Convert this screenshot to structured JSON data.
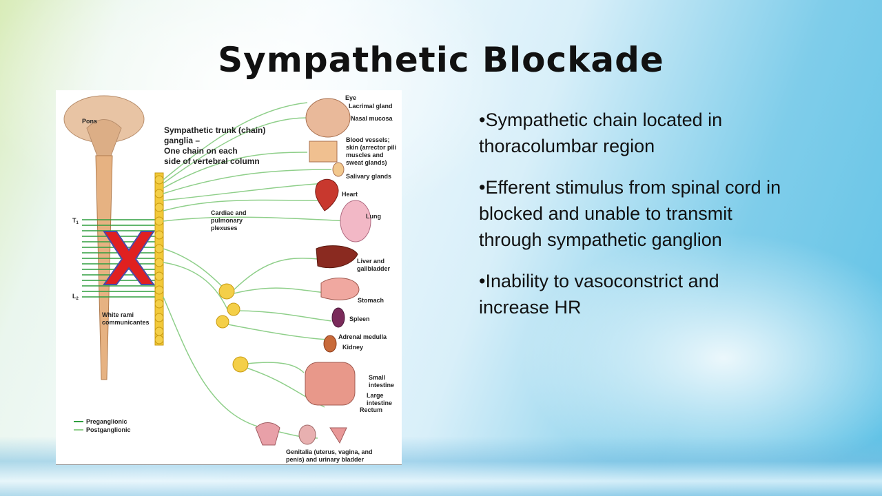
{
  "slide": {
    "title": "Sympathetic Blockade",
    "bullets": [
      "Sympathetic chain located in thoracolumbar region",
      "Efferent stimulus from spinal cord in blocked and unable to transmit through sympathetic ganglion",
      "Inability to vasoconstrict and increase HR"
    ]
  },
  "figure": {
    "trunk_label": [
      "Sympathetic trunk (chain)",
      "ganglia –",
      "One chain on each",
      "side of vertebral column"
    ],
    "pons": "Pons",
    "t1": "T",
    "t1_sub": "1",
    "l2": "L",
    "l2_sub": "2",
    "white_rami": [
      "White rami",
      "communicantes"
    ],
    "plexuses": [
      "Cardiac and",
      "pulmonary",
      "plexuses"
    ],
    "organs": {
      "eye": "Eye",
      "lacrimal": "Lacrimal gland",
      "nasal": "Nasal mucosa",
      "blood": [
        "Blood vessels;",
        "skin (arrector pili",
        "muscles and",
        "sweat glands)"
      ],
      "salivary": "Salivary glands",
      "heart": "Heart",
      "lung": "Lung",
      "liver": [
        "Liver and",
        "gallbladder"
      ],
      "stomach": "Stomach",
      "spleen": "Spleen",
      "adrenal": "Adrenal medulla",
      "kidney": "Kidney",
      "small_int": [
        "Small",
        "intestine"
      ],
      "large_int": [
        "Large",
        "intestine"
      ],
      "rectum": "Rectum",
      "genitalia": [
        "Genitalia (uterus, vagina, and",
        "penis) and urinary bladder"
      ]
    },
    "legend": {
      "pre": "Preganglionic",
      "post": "Postganglionic"
    },
    "colors": {
      "preganglionic": "#2e9e3e",
      "postganglionic": "#8fcf8a",
      "blocked_mark": "#e02020",
      "mark_outline": "#4a4aa8"
    }
  }
}
